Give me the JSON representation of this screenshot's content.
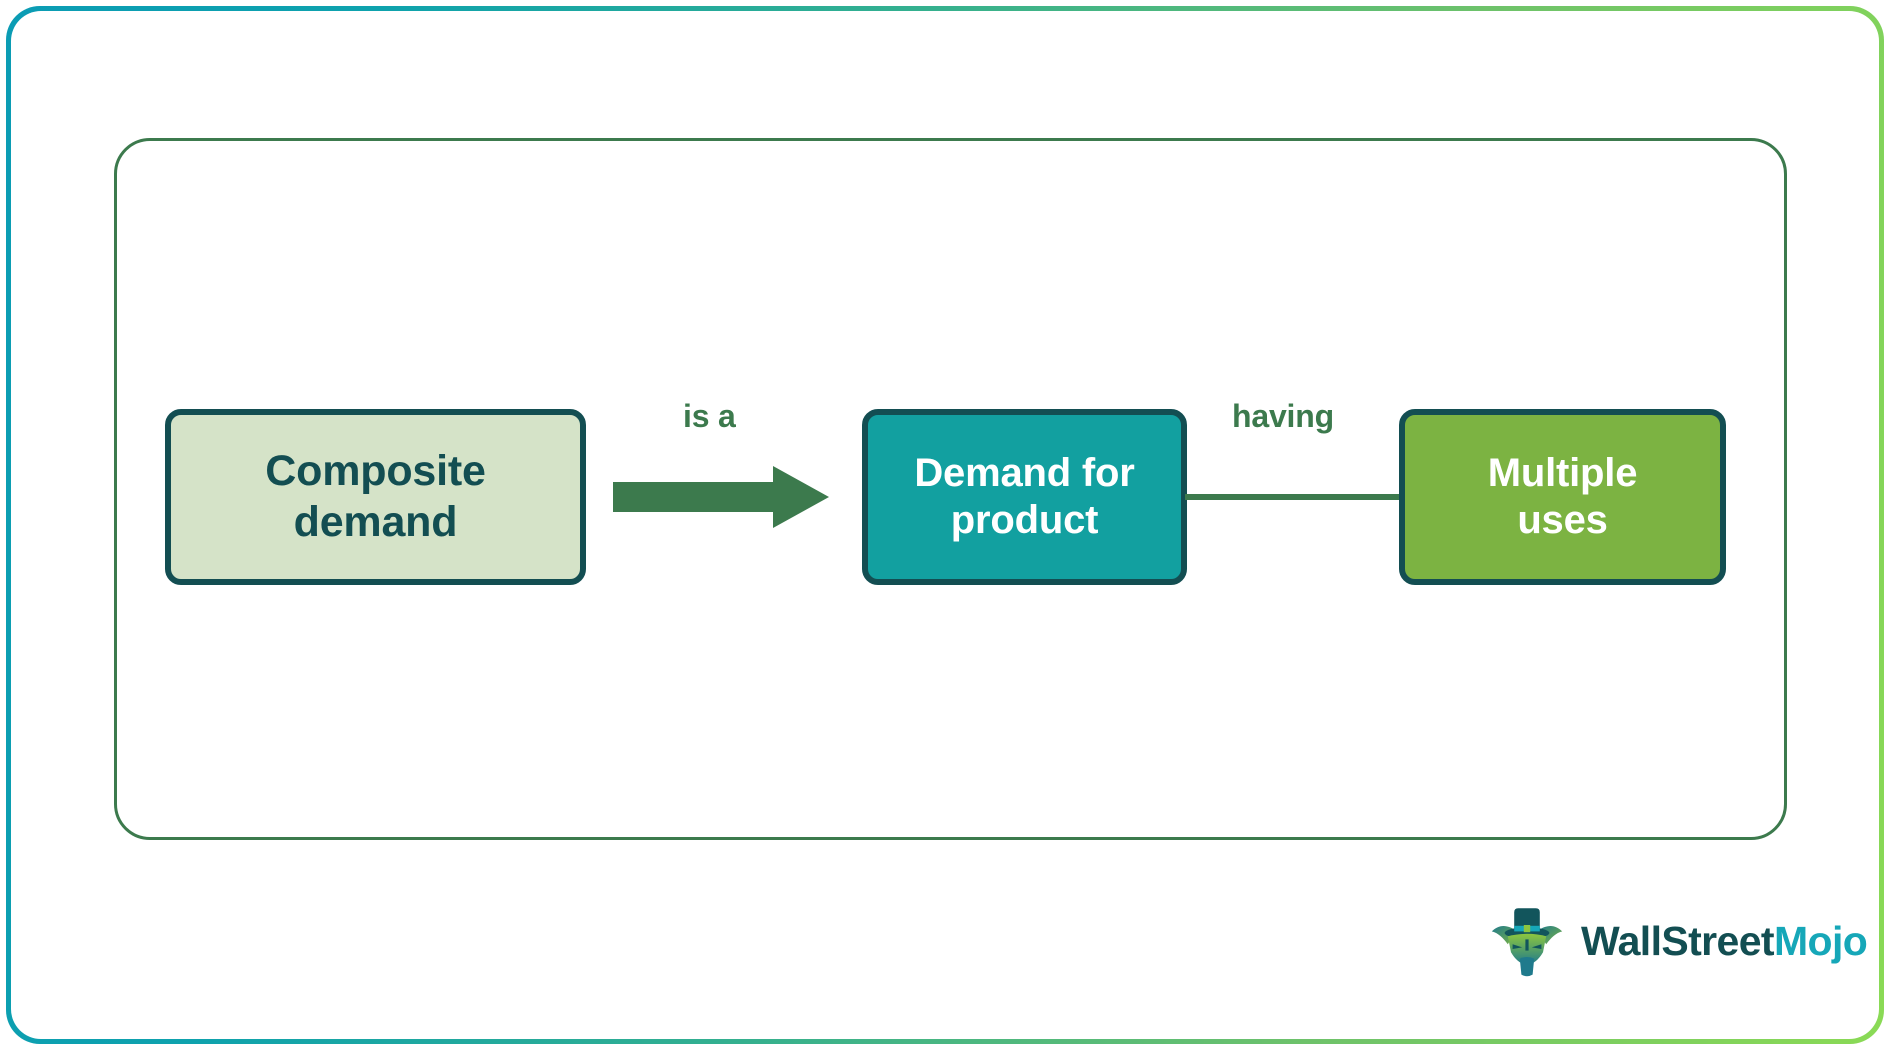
{
  "frame": {
    "gradient_from": "#0b9cb4",
    "gradient_to": "#8ada55",
    "panel_border_color": "#3c7a4d"
  },
  "diagram": {
    "type": "flow-diagram",
    "title": "Composite demand",
    "nodes": [
      {
        "id": "composite-demand",
        "label": "Composite\ndemand",
        "fill": "#d5e3c8",
        "text_color": "#134e52",
        "border_color": "#134e52"
      },
      {
        "id": "demand-for-product",
        "label": "Demand for\nproduct",
        "fill": "#12a0a0",
        "text_color": "#ffffff",
        "border_color": "#134e52"
      },
      {
        "id": "multiple-uses",
        "label": "Multiple\nuses",
        "fill": "#7cb342",
        "text_color": "#ffffff",
        "border_color": "#134e52"
      }
    ],
    "edges": [
      {
        "id": "edge-is-a",
        "label": "is a",
        "from": "composite-demand",
        "to": "demand-for-product",
        "style": "arrow",
        "color": "#3c7a4d"
      },
      {
        "id": "edge-having",
        "label": "having",
        "from": "demand-for-product",
        "to": "multiple-uses",
        "style": "line",
        "color": "#3c7a4d"
      }
    ]
  },
  "brand": {
    "name_primary": "WallStreet",
    "name_accent": "Mojo",
    "primary_color": "#134e52",
    "accent_color": "#16a7b8",
    "mark": "bull-mascot-icon"
  }
}
